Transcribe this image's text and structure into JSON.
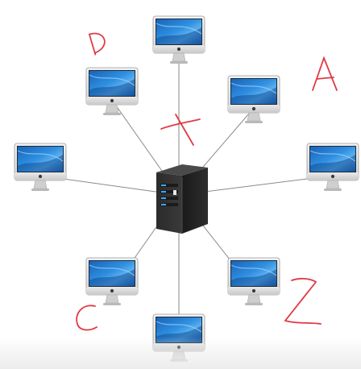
{
  "diagram": {
    "topology": "star",
    "hub": {
      "icon": "server-tower-icon"
    },
    "nodes": [
      {
        "id": "top",
        "icon": "imac-monitor-icon"
      },
      {
        "id": "top-left",
        "icon": "imac-monitor-icon"
      },
      {
        "id": "top-right",
        "icon": "imac-monitor-icon"
      },
      {
        "id": "left",
        "icon": "imac-monitor-icon"
      },
      {
        "id": "right",
        "icon": "imac-monitor-icon"
      },
      {
        "id": "bottom-left",
        "icon": "imac-monitor-icon"
      },
      {
        "id": "bottom-right",
        "icon": "imac-monitor-icon"
      },
      {
        "id": "bottom",
        "icon": "imac-monitor-icon"
      }
    ],
    "link_color": "#8a8a8a"
  },
  "annotations": {
    "color": "#e03a44",
    "marks": [
      "D",
      "A",
      "X",
      "C",
      "Z"
    ]
  }
}
